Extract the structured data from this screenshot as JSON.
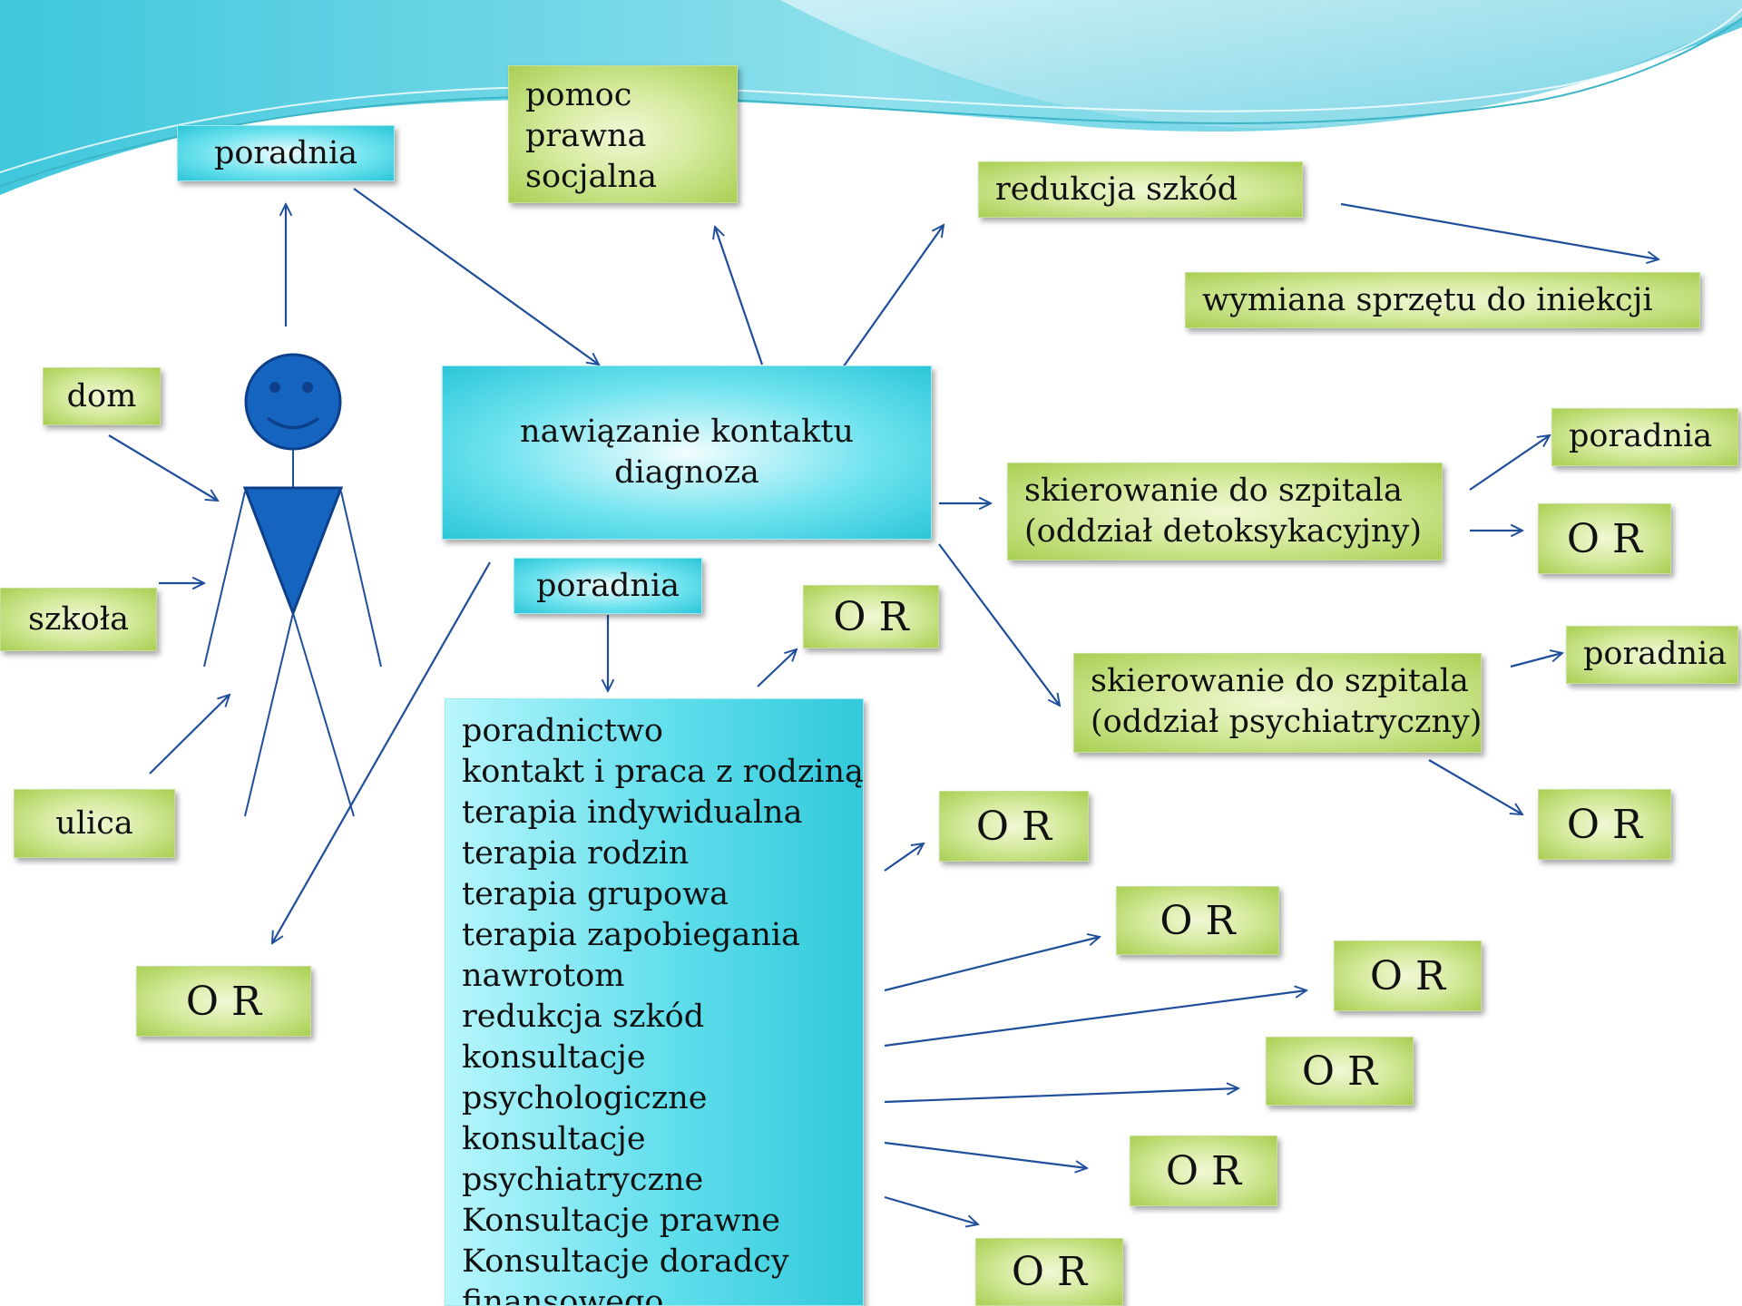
{
  "colors": {
    "arrow": "#1f4e9b",
    "figure": "#1565c0",
    "green_box": "#b5d66a",
    "cyan_box": "#3fd0e0"
  },
  "nodes": {
    "poradnia_top": "poradnia",
    "pomoc": [
      "pomoc",
      "prawna",
      "socjalna"
    ],
    "redukcja": "redukcja szkód",
    "wymiana": "wymiana sprzętu do iniekcji",
    "dom": "dom",
    "szkola": "szkoła",
    "ulica": "ulica",
    "center": [
      "nawiązanie kontaktu",
      "diagnoza"
    ],
    "poradnia_mid": "poradnia",
    "szpital_detox": [
      "skierowanie do szpitala",
      "(oddział detoksykacyjny)"
    ],
    "szpital_psych": [
      "skierowanie do szpitala",
      "(oddział  psychiatryczny)"
    ],
    "poradnia_r1": "poradnia",
    "poradnia_r2": "poradnia",
    "or_label": "O R",
    "services": [
      "poradnictwo",
      "kontakt i praca z rodziną",
      "terapia indywidualna",
      "terapia rodzin",
      "terapia grupowa",
      "terapia zapobiegania",
      "nawrotom",
      "redukcja szkód",
      "konsultacje",
      "psychologiczne",
      "konsultacje",
      "psychiatryczne",
      "Konsultacje prawne",
      "Konsultacje doradcy",
      "finansowego"
    ]
  }
}
